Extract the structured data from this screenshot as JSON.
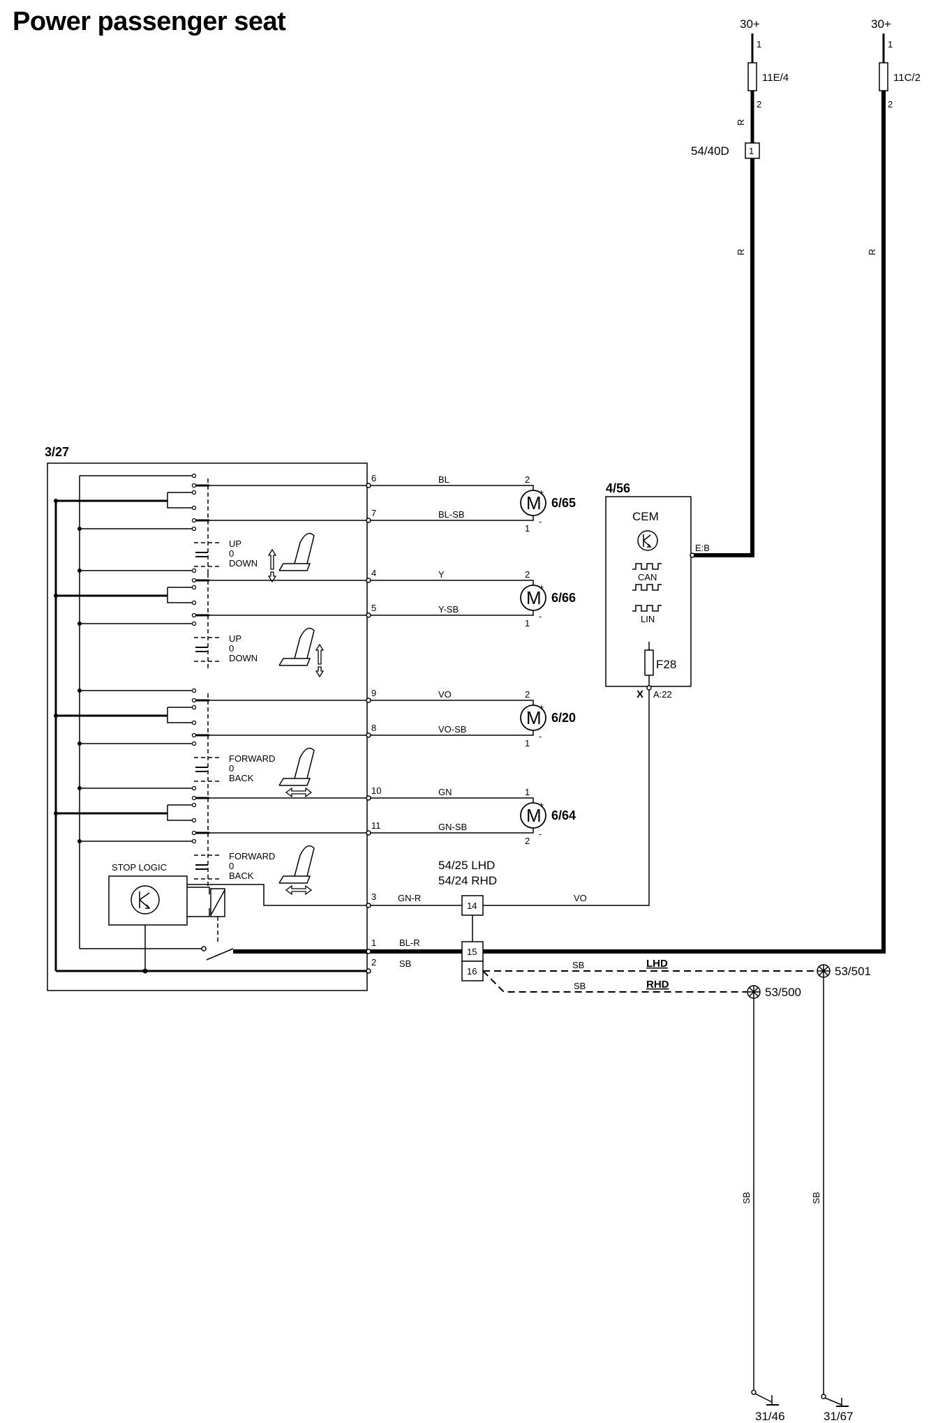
{
  "title": "Power passenger seat",
  "supplies": [
    {
      "label": "30+",
      "fuse": "11E/4",
      "pin_top": "1",
      "pin_bottom": "2"
    },
    {
      "label": "30+",
      "fuse": "11C/2",
      "pin_top": "1",
      "pin_bottom": "2"
    }
  ],
  "wire_color_red": "R",
  "connector_54_40D": {
    "label": "54/40D",
    "pin": "1"
  },
  "seat_module": {
    "label": "3/27",
    "switches": [
      {
        "positions": [
          "UP",
          "0",
          "DOWN"
        ]
      },
      {
        "positions": [
          "UP",
          "0",
          "DOWN"
        ]
      },
      {
        "positions": [
          "FORWARD",
          "0",
          "BACK"
        ]
      },
      {
        "positions": [
          "FORWARD",
          "0",
          "BACK"
        ]
      }
    ],
    "stop_logic": "STOP LOGIC"
  },
  "motor_wires": [
    {
      "pin": "6",
      "color": "BL"
    },
    {
      "pin": "7",
      "color": "BL-SB"
    },
    {
      "pin": "4",
      "color": "Y"
    },
    {
      "pin": "5",
      "color": "Y-SB"
    },
    {
      "pin": "9",
      "color": "VO"
    },
    {
      "pin": "8",
      "color": "VO-SB"
    },
    {
      "pin": "10",
      "color": "GN"
    },
    {
      "pin": "11",
      "color": "GN-SB"
    }
  ],
  "motors": [
    {
      "label": "6/65",
      "top_pin": "2",
      "bottom_pin": "1",
      "plus": "+",
      "minus": "-",
      "symbol": "M"
    },
    {
      "label": "6/66",
      "top_pin": "2",
      "bottom_pin": "1",
      "plus": "+",
      "minus": "-",
      "symbol": "M"
    },
    {
      "label": "6/20",
      "top_pin": "2",
      "bottom_pin": "1",
      "plus": "+",
      "minus": "-",
      "symbol": "M"
    },
    {
      "label": "6/64",
      "top_pin": "1",
      "bottom_pin": "2",
      "plus": "+",
      "minus": "-",
      "symbol": "M"
    }
  ],
  "cem": {
    "label": "4/56",
    "name": "CEM",
    "can": "CAN",
    "lin": "LIN",
    "fuse": "F28",
    "pin_in": "E:B",
    "pin_out_x": "X",
    "pin_out": "A:22"
  },
  "junction": {
    "label_lhd": "54/25 LHD",
    "label_rhd": "54/24 RHD",
    "pins": [
      "14",
      "15",
      "16"
    ]
  },
  "bottom_wires": [
    {
      "pin": "3",
      "color": "GN-R",
      "far_color": "VO"
    },
    {
      "pin": "1",
      "color": "BL-R"
    },
    {
      "pin": "2",
      "color": "SB"
    }
  ],
  "ground_paths": {
    "lhd_color": "SB",
    "lhd": "LHD",
    "rhd_color": "SB",
    "rhd": "RHD",
    "point_lhd": "53/501",
    "point_rhd": "53/500",
    "ground_color": "SB",
    "ground_left": "31/46",
    "ground_right": "31/67"
  }
}
